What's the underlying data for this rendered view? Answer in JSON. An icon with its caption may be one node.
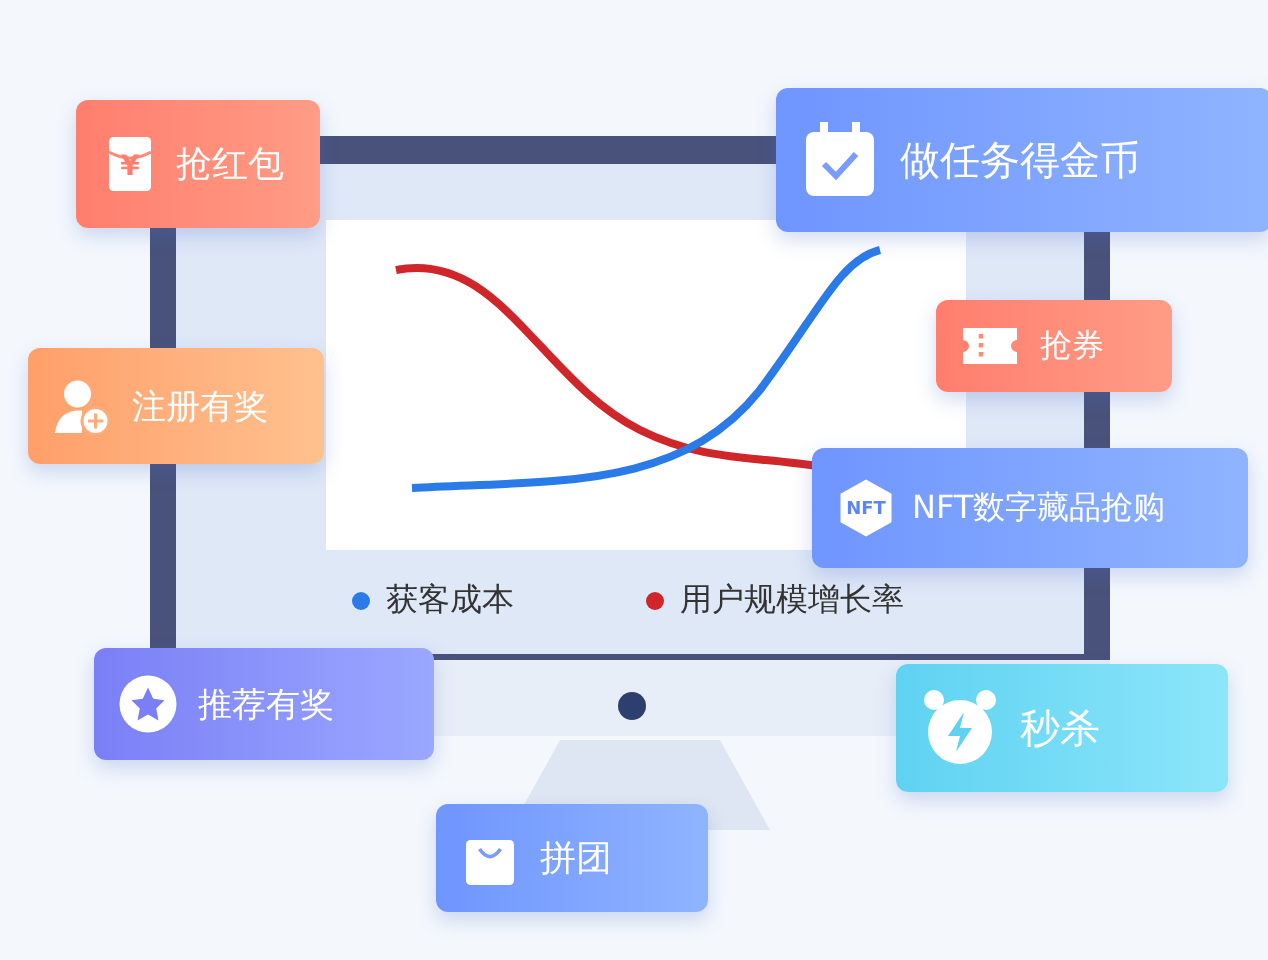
{
  "diagram": {
    "nodes": [
      {
        "text": [
          "¥",
          "抢红包"
        ]
      },
      {
        "text": [
          "做任务得金币"
        ]
      },
      {
        "text": [
          "抢券"
        ]
      },
      {
        "text": [
          "注册有奖"
        ]
      },
      {
        "text": [
          "NFT",
          "NFT数字藏品抢购"
        ]
      },
      {
        "text": [
          "推荐有奖"
        ]
      },
      {
        "text": [
          "秒杀"
        ]
      },
      {
        "text": [
          "拼团"
        ]
      }
    ],
    "edges": [],
    "legend": [
      {
        "text": "获客成本",
        "color": "#2a7be8"
      },
      {
        "text": "用户规模增长率",
        "color": "#d0262a"
      }
    ]
  }
}
